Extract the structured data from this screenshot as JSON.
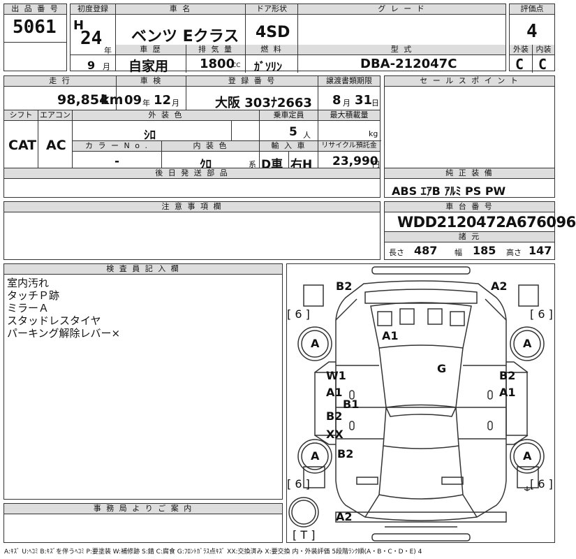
{
  "header": {
    "lot_label": "出 品 番 号",
    "lot_number": "5061",
    "first_reg_label": "初度登録",
    "era": "H",
    "reg_year": "24",
    "year_unit": "年",
    "reg_month": "9",
    "month_unit": "月",
    "car_name_label": "車 名",
    "car_name": "ベンツ Eクラス",
    "door_label": "ドア形状",
    "door_type": "4SD",
    "grade_label": "グ レ ー ド",
    "grade": "",
    "score_label": "評価点",
    "score": "4",
    "history_label": "車 歴",
    "history": "自家用",
    "displacement_label": "排 気 量",
    "displacement": "1800",
    "displacement_unit": "CC",
    "fuel_label": "燃 料",
    "fuel": "ｶﾞｿﾘﾝ",
    "model_label": "型 式",
    "model_code": "DBA-212047C",
    "exterior_label": "外装",
    "exterior_grade": "C",
    "interior_label": "内装",
    "interior_grade": "C"
  },
  "row2": {
    "mileage_label": "走 行",
    "mileage": "98,854",
    "mileage_unit": "km",
    "inspection_label": "車 検",
    "inspection_year": "09",
    "inspection_year_unit": "年",
    "inspection_month": "12",
    "inspection_month_unit": "月",
    "plate_label": "登 録 番 号",
    "plate": "大阪 303ﾅ2663",
    "transfer_label": "譲渡書類期限",
    "transfer_month": "8",
    "transfer_month_unit": "月",
    "transfer_day": "31",
    "transfer_day_unit": "日",
    "shift_label": "シフト",
    "shift": "CAT",
    "ac_label": "エアコン",
    "ac": "AC",
    "color_label": "外 装 色",
    "color": "ｼﾛ",
    "capacity_label": "乗車定員",
    "capacity": "5",
    "capacity_unit": "人",
    "load_label": "最大積載量",
    "load": "",
    "load_unit": "kg",
    "color_no_label": "カ ラ ー N o .",
    "color_no": "-",
    "int_color_label": "内 装 色",
    "int_color": "ｸﾛ",
    "int_color_unit": "系",
    "import_label": "輸 入 車",
    "import": "D車",
    "steering": "右H",
    "recycle_label": "リサイクル預託金",
    "recycle": "23,990",
    "recycle_unit": "円"
  },
  "sales_points": {
    "label": "セ ー ル ス ポ イ ン ト",
    "text": ""
  },
  "later_parts": {
    "label": "後 日 発 送 部 品",
    "text": ""
  },
  "equipment": {
    "label": "純 正 装 備",
    "text": "ABS ｴｱB ｱﾙﾐ PS PW"
  },
  "notes": {
    "label": "注 意 事 項 欄",
    "text": ""
  },
  "chassis": {
    "label": "車 台 番 号",
    "number": "WDD2120472A676096",
    "dims_label": "諸 元",
    "length_label": "長さ",
    "length": "487",
    "width_label": "幅",
    "width": "185",
    "height_label": "高さ",
    "height": "147"
  },
  "inspector": {
    "label": "検 査 員 記 入 欄",
    "lines": [
      "室内汚れ",
      "タッチＰ跡",
      "ミラーＡ",
      "スタッドレスタイヤ",
      "パーキング解除レバー×"
    ]
  },
  "office": {
    "label": "事 務 局 よ り ご 案 内",
    "text": ""
  },
  "diagram": {
    "tire_tread": "[ 6 ]",
    "wheel_label": "A",
    "spare_label": "[ T ]",
    "marks": {
      "front_left": "B2",
      "front_right": "A2",
      "hood": "A1",
      "windshield": "G",
      "left_front_door_1": "W1",
      "left_front_door_2": "A1",
      "left_sill": "B1",
      "left_rear_door_1": "B2",
      "left_rear_door_2": "XX",
      "left_rear_fender": "B2",
      "right_front_door_1": "B2",
      "right_front_door_2": "A1",
      "rear_bumper": "A2"
    }
  },
  "legend": "A:ｷｽﾞ U:ﾍｺﾐ B:ｷｽﾞを伴うﾍｺﾐ P:要塗装 W:補修跡 S:錆 C:腐食 G:ﾌﾛﾝﾄｶﾞﾗｽ点ｷｽﾞ XX:交換済み X:要交換 内・外装評価 5段階ﾗﾝｸ順(A・B・C・D・E) 4"
}
